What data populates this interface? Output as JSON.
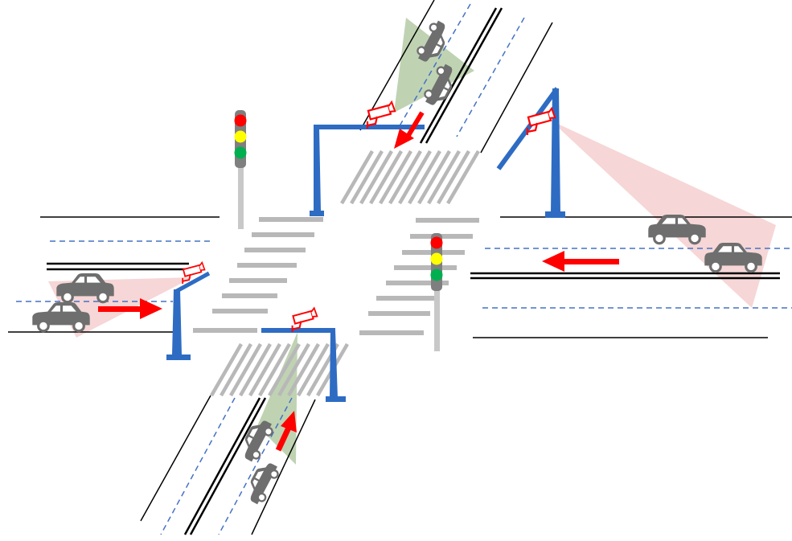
{
  "colors": {
    "road_edge": "#000000",
    "center_line": "#000000",
    "lane_dash": "#4472c4",
    "crosswalk": "#b8b8b8",
    "pole_blue": "#2e6cc3",
    "signal_pole": "#c8c8c8",
    "signal_red": "#ff0000",
    "signal_yellow": "#ffff00",
    "signal_green": "#00b050",
    "camera_red": "#ff0000",
    "arrow_red": "#ff0000",
    "car_gray": "#6e6e6e",
    "fov_green": "#a9c49a",
    "fov_pink": "#f2c4c4"
  },
  "icons": {
    "camera": "surveillance-camera-icon",
    "car": "car-icon",
    "signal": "traffic-light-icon",
    "arrow": "direction-arrow-icon"
  },
  "intersection": {
    "approaches": [
      "north",
      "east",
      "south",
      "west"
    ],
    "cameras_per_approach": 1,
    "traffic_lights": 2
  }
}
